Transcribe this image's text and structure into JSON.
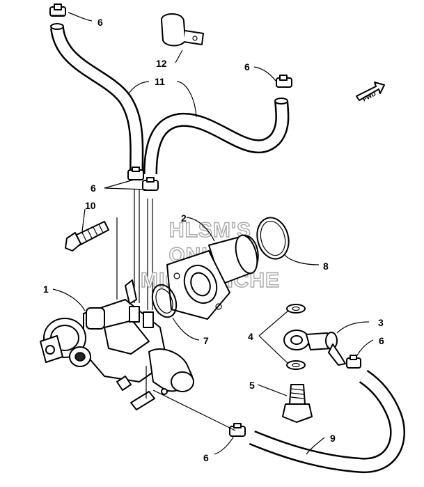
{
  "callouts": {
    "c1": "1",
    "c2": "2",
    "c3": "3",
    "c4": "4",
    "c5": "5",
    "c6a": "6",
    "c6b": "6",
    "c6c": "6",
    "c6d": "6",
    "c6e": "6",
    "c7": "7",
    "c8": "8",
    "c9": "9",
    "c10": "10",
    "c11": "11",
    "c12": "12"
  },
  "watermark": {
    "line1": "HLSM'S",
    "line2": "ONLINE",
    "line3": "MICROFICHE"
  },
  "direction_tag": "FWD"
}
